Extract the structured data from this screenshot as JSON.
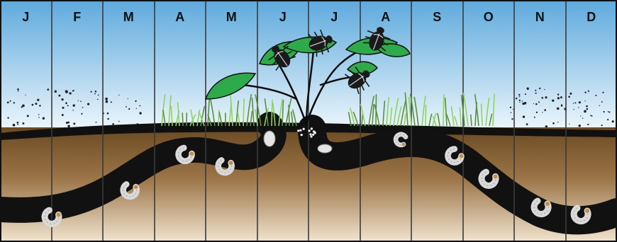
{
  "months": [
    {
      "id": "jan",
      "label": "J"
    },
    {
      "id": "feb",
      "label": "F"
    },
    {
      "id": "mar",
      "label": "M"
    },
    {
      "id": "apr",
      "label": "A"
    },
    {
      "id": "may",
      "label": "M"
    },
    {
      "id": "jun",
      "label": "J"
    },
    {
      "id": "jul",
      "label": "J"
    },
    {
      "id": "aug",
      "label": "A"
    },
    {
      "id": "sep",
      "label": "S"
    },
    {
      "id": "oct",
      "label": "O"
    },
    {
      "id": "nov",
      "label": "N"
    },
    {
      "id": "dec",
      "label": "D"
    }
  ],
  "colors": {
    "sky_top": "#5da9dd",
    "sky_bottom": "#eaf5fb",
    "soil_top": "#6b4a22",
    "soil_mid": "#9c7548",
    "soil_bottom": "#f1e4cf",
    "tunnel": "#111111",
    "leaf": "#2faa4a",
    "grass": "#8fd35f",
    "beetle": "#1a1a1a",
    "grub": "#d9d9d9",
    "divider": "#3a3a3a"
  },
  "icons": {
    "adult": "beetle-icon",
    "larva": "grub-icon",
    "pupa": "pupa-icon"
  }
}
